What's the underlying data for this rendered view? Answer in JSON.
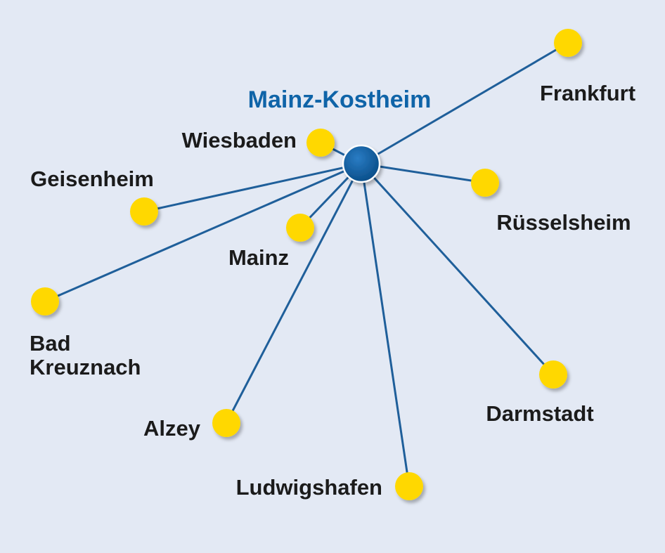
{
  "colors": {
    "background": "#e3e9f4",
    "line": "#1f5f9a",
    "hub_fill": "#0e5b9c",
    "hub_label": "#0f64a8",
    "city_dot": "#ffd800",
    "text": "#1b1b1b"
  },
  "hub": {
    "name": "Mainz-Kostheim"
  },
  "cities": [
    {
      "id": "frankfurt",
      "name": "Frankfurt"
    },
    {
      "id": "wiesbaden",
      "name": "Wiesbaden"
    },
    {
      "id": "geisenheim",
      "name": "Geisenheim"
    },
    {
      "id": "ruesselsheim",
      "name": "Rüsselsheim"
    },
    {
      "id": "mainz",
      "name": "Mainz"
    },
    {
      "id": "bad-kreuznach",
      "name": "Bad Kreuznach",
      "lines": [
        "Bad",
        "Kreuznach"
      ]
    },
    {
      "id": "darmstadt",
      "name": "Darmstadt"
    },
    {
      "id": "alzey",
      "name": "Alzey"
    },
    {
      "id": "ludwigshafen",
      "name": "Ludwigshafen"
    }
  ]
}
